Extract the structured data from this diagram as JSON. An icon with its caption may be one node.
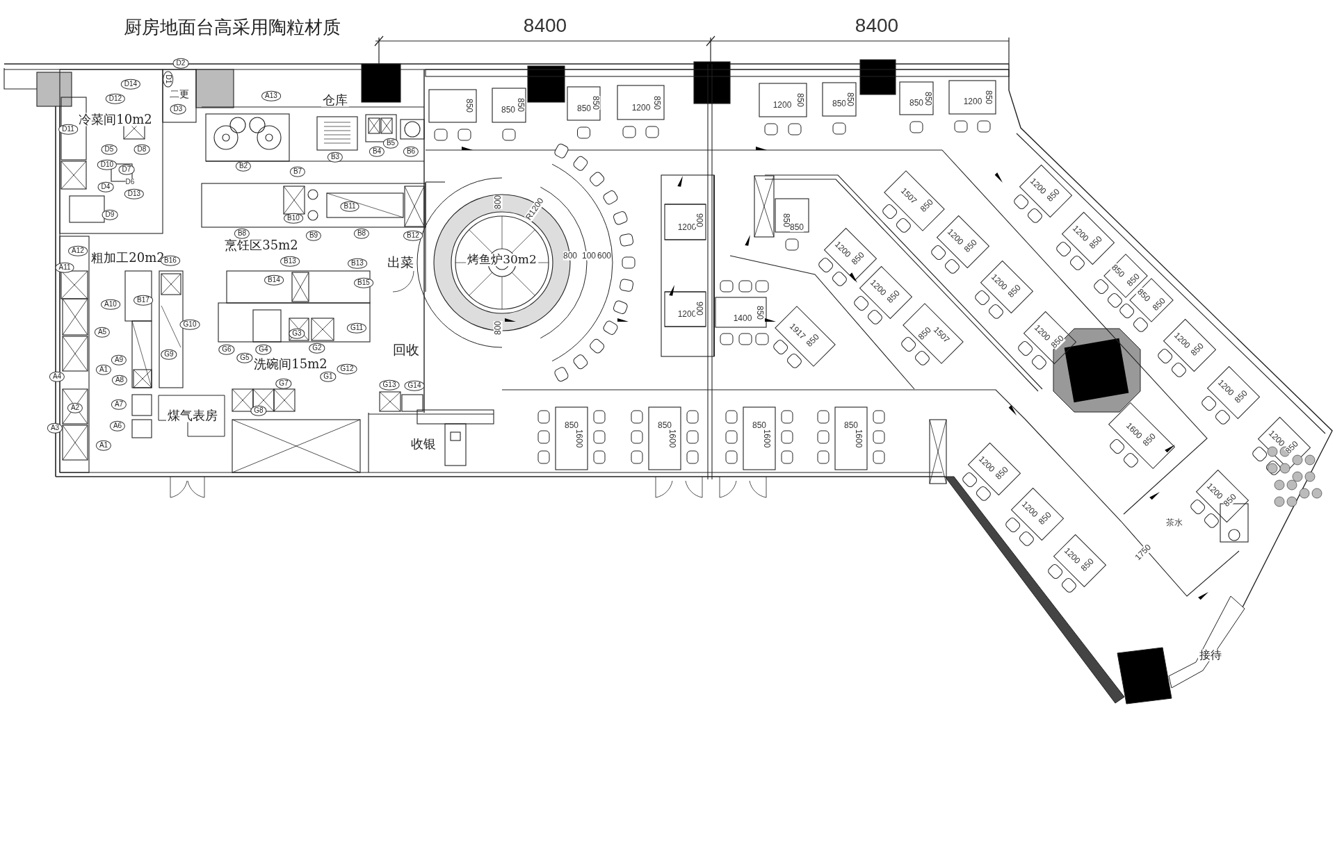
{
  "diagram": {
    "title": "厨房地面台高采用陶粒材质",
    "nodes": [
      {
        "text": [
          "冷菜间10m2"
        ]
      },
      {
        "text": [
          "二更"
        ]
      },
      {
        "text": [
          "仓库"
        ]
      },
      {
        "text": [
          "烹饪区35m2"
        ]
      },
      {
        "text": [
          "粗加工20m2"
        ]
      },
      {
        "text": [
          "洗碗间15m2"
        ]
      },
      {
        "text": [
          "煤气表房"
        ]
      },
      {
        "text": [
          "收银"
        ]
      },
      {
        "text": [
          "烤鱼炉30m2"
        ]
      },
      {
        "text": [
          "接待"
        ]
      },
      {
        "text": [
          "D2"
        ]
      },
      {
        "text": [
          "D14"
        ]
      },
      {
        "text": [
          "D1"
        ]
      },
      {
        "text": [
          "D12"
        ]
      },
      {
        "text": [
          "A13"
        ]
      },
      {
        "text": [
          "D3"
        ]
      },
      {
        "text": [
          "D11"
        ]
      },
      {
        "text": [
          "B5"
        ]
      },
      {
        "text": [
          "D5"
        ]
      },
      {
        "text": [
          "D8"
        ]
      },
      {
        "text": [
          "B4"
        ]
      },
      {
        "text": [
          "B6"
        ]
      },
      {
        "text": [
          "B3"
        ]
      },
      {
        "text": [
          "D10"
        ]
      },
      {
        "text": [
          "B2"
        ]
      },
      {
        "text": [
          "D7"
        ]
      },
      {
        "text": [
          "B7"
        ]
      },
      {
        "text": [
          "D4"
        ]
      },
      {
        "text": [
          "D13"
        ]
      },
      {
        "text": [
          "B11"
        ]
      },
      {
        "text": [
          "D9"
        ]
      },
      {
        "text": [
          "B10"
        ]
      },
      {
        "text": [
          "B8"
        ]
      },
      {
        "text": [
          "B9"
        ]
      },
      {
        "text": [
          "B8"
        ]
      },
      {
        "text": [
          "B12"
        ]
      },
      {
        "text": [
          "A12"
        ]
      },
      {
        "text": [
          "B16"
        ]
      },
      {
        "text": [
          "B13"
        ]
      },
      {
        "text": [
          "B13"
        ]
      },
      {
        "text": [
          "A11"
        ]
      },
      {
        "text": [
          "B14"
        ]
      },
      {
        "text": [
          "B15"
        ]
      },
      {
        "text": [
          "B17"
        ]
      },
      {
        "text": [
          "A10"
        ]
      },
      {
        "text": [
          "G10"
        ]
      },
      {
        "text": [
          "G11"
        ]
      },
      {
        "text": [
          "A5"
        ]
      },
      {
        "text": [
          "G3"
        ]
      },
      {
        "text": [
          "G2"
        ]
      },
      {
        "text": [
          "G6"
        ]
      },
      {
        "text": [
          "G4"
        ]
      },
      {
        "text": [
          "G9"
        ]
      },
      {
        "text": [
          "G5"
        ]
      },
      {
        "text": [
          "A9"
        ]
      },
      {
        "text": [
          "G12"
        ]
      },
      {
        "text": [
          "A1"
        ]
      },
      {
        "text": [
          "A4"
        ]
      },
      {
        "text": [
          "G1"
        ]
      },
      {
        "text": [
          "A8"
        ]
      },
      {
        "text": [
          "G7"
        ]
      },
      {
        "text": [
          "G13"
        ]
      },
      {
        "text": [
          "G14"
        ]
      },
      {
        "text": [
          "A7"
        ]
      },
      {
        "text": [
          "A2"
        ]
      },
      {
        "text": [
          "G8"
        ]
      },
      {
        "text": [
          "A6"
        ]
      },
      {
        "text": [
          "A3"
        ]
      },
      {
        "text": [
          "A1"
        ]
      }
    ],
    "labels": [
      "8400",
      "8400",
      "D6",
      "出菜",
      "回收",
      "850",
      "850",
      "850",
      "850",
      "850",
      "1200",
      "850",
      "1200",
      "850",
      "850",
      "850",
      "850",
      "850",
      "1200",
      "850",
      "1200",
      "850",
      "1507",
      "850",
      "800",
      "R1200",
      "850",
      "850",
      "1200",
      "900",
      "1200",
      "850",
      "1200",
      "850",
      "1200",
      "850",
      "800",
      "100",
      "600",
      "850",
      "850",
      "1200",
      "850",
      "1200",
      "850",
      "850",
      "850",
      "1200",
      "900",
      "1400",
      "850",
      "800",
      "850",
      "1507",
      "1917",
      "850",
      "1200",
      "850",
      "1200",
      "850",
      "1200",
      "850",
      "850",
      "1600",
      "850",
      "1600",
      "850",
      "1600",
      "850",
      "1600",
      "1600",
      "850",
      "1200",
      "850",
      "1200",
      "850",
      "1200",
      "850",
      "1200",
      "850",
      "茶水",
      "1750",
      "1200",
      "850"
    ]
  }
}
